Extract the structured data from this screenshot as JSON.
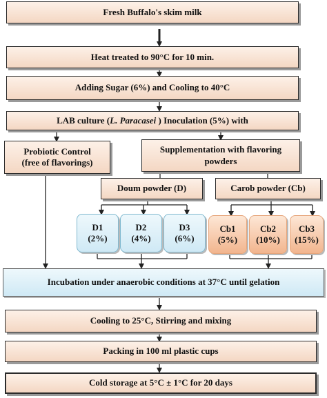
{
  "steps": {
    "milk": "Fresh Buffalo's skim milk",
    "heat": "Heat treated to 90°C for 10 min.",
    "sugar": "Adding Sugar (6%) and Cooling to 40°C",
    "lab_prefix": "LAB culture (",
    "lab_species": "L. Paracasei",
    "lab_suffix": " ) Inoculation (5%) with",
    "control_line1": "Probiotic Control",
    "control_line2": "(free of flavorings)",
    "supp_line1": "Supplementation with flavoring",
    "supp_line2": "powders",
    "doum": "Doum powder (D)",
    "carob": "Carob powder (Cb)",
    "incubation": "Incubation under anaerobic conditions at 37°C until gelation",
    "cooling": "Cooling to 25°C, Stirring and mixing",
    "packing": "Packing in 100 ml plastic cups",
    "storage": "Cold storage at 5°C ± 1°C for 20 days"
  },
  "doum_treatments": [
    {
      "name": "D1",
      "dose": "(2%)"
    },
    {
      "name": "D2",
      "dose": "(4%)"
    },
    {
      "name": "D3",
      "dose": "(6%)"
    }
  ],
  "carob_treatments": [
    {
      "name": "Cb1",
      "dose": "(5%)"
    },
    {
      "name": "Cb2",
      "dose": "(10%)"
    },
    {
      "name": "Cb3",
      "dose": "(15%)"
    }
  ],
  "colors": {
    "step_fill": "#f4d7c3",
    "doum_fill": "#cfe9f5",
    "carob_fill": "#f2b58e",
    "line": "#222222"
  }
}
